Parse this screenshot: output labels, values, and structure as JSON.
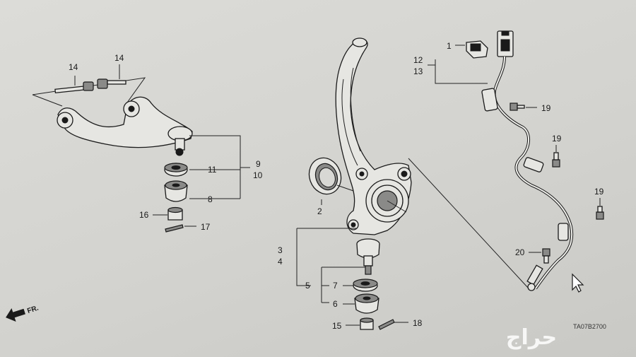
{
  "callouts": {
    "c1": "1",
    "c2": "2",
    "c3": "3",
    "c4": "4",
    "c5": "5",
    "c6": "6",
    "c7": "7",
    "c8": "8",
    "c9": "9",
    "c10": "10",
    "c11": "11",
    "c12": "12",
    "c13": "13",
    "c14a": "14",
    "c14b": "14",
    "c15": "15",
    "c16": "16",
    "c17": "17",
    "c18": "18",
    "c19a": "19",
    "c19b": "19",
    "c19c": "19",
    "c20": "20"
  },
  "direction_label": "FR.",
  "drawing_code": "TA07B2700",
  "watermark": "حراج",
  "icons": {
    "cursor": "mouse-pointer-icon",
    "direction": "front-arrow-icon"
  }
}
